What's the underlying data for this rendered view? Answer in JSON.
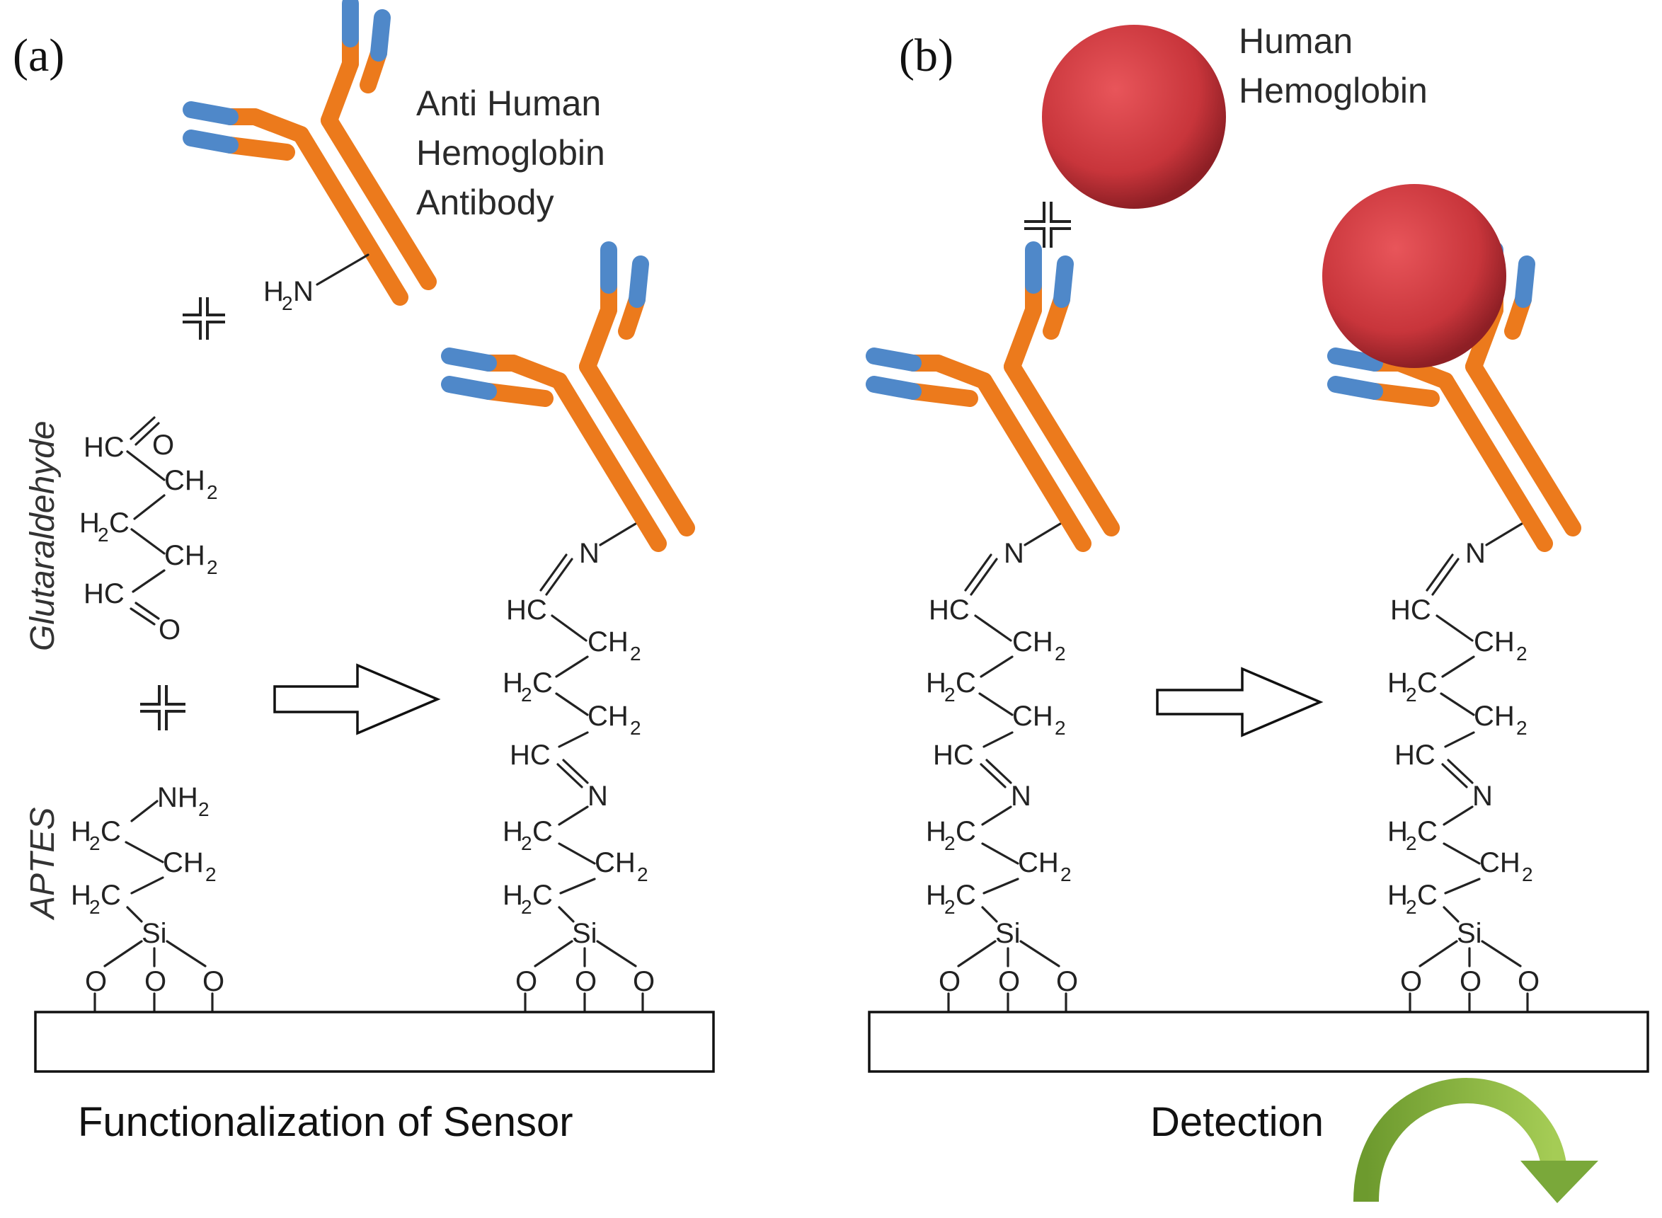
{
  "panels": {
    "a": {
      "tag": "(a)",
      "caption": "Functionalization of Sensor"
    },
    "b": {
      "tag": "(b)",
      "caption": "Detection"
    }
  },
  "labels": {
    "antibody": [
      "Anti Human",
      "Hemoglobin",
      "Antibody"
    ],
    "hemoglobin": [
      "Human",
      "Hemoglobin"
    ],
    "glutaraldehyde": "Glutaraldehyde",
    "aptes": "APTES"
  },
  "chem": {
    "h2": "H",
    "sub2": "2",
    "n": "N",
    "o": "O",
    "hc": "HC",
    "ch": "CH",
    "c": "C",
    "si": "Si",
    "nh": "NH"
  },
  "colors": {
    "antibody_heavy": "#ec7a1c",
    "antibody_tip": "#4f88c9",
    "hemoglobin": "#c8353b",
    "arrow_green": "#7aa83a"
  }
}
